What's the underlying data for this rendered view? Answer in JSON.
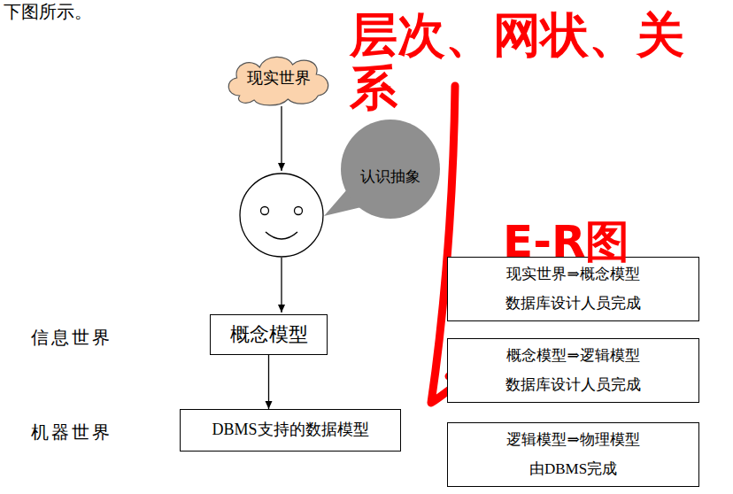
{
  "diagram": {
    "nodes": [
      {
        "text": [
          "现实世界"
        ]
      },
      {
        "text": [
          "认识抽象"
        ]
      },
      {
        "text": [
          "概念模型"
        ]
      },
      {
        "text": [
          "DBMS支持的数据模型"
        ]
      },
      {
        "text": [
          "现实世界⇒概念模型",
          "数据库设计人员完成"
        ]
      },
      {
        "text": [
          "概念模型⇒逻辑模型",
          "数据库设计人员完成"
        ]
      },
      {
        "text": [
          "逻辑模型⇒物理模型",
          "由DBMS完成"
        ]
      }
    ],
    "edges": [
      {
        "from": 2,
        "to": 3,
        "arrow": "to"
      }
    ],
    "labels": [
      "下图所示。",
      "层次、网状、关系",
      "E-R图",
      "信息世界",
      "机器世界"
    ]
  }
}
